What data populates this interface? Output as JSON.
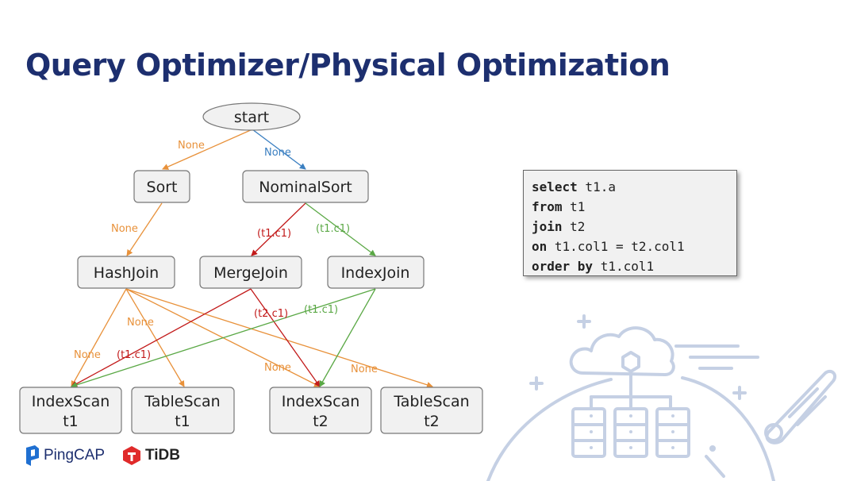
{
  "slide": {
    "title": "Query Optimizer/Physical Optimization"
  },
  "colors": {
    "title": "#1d2f6f",
    "orange": "#e8913a",
    "blue": "#3a7fc1",
    "red": "#c21a1a",
    "green": "#5aa845",
    "deco": "#c5d0e4"
  },
  "nodes": {
    "start": "start",
    "sort": "Sort",
    "nominal_sort": "NominalSort",
    "hash_join": "HashJoin",
    "merge_join": "MergeJoin",
    "index_join": "IndexJoin",
    "index_scan_t1": [
      "IndexScan",
      "t1"
    ],
    "table_scan_t1": [
      "TableScan",
      "t1"
    ],
    "index_scan_t2": [
      "IndexScan",
      "t2"
    ],
    "table_scan_t2": [
      "TableScan",
      "t2"
    ]
  },
  "edge_labels": {
    "start_sort": "None",
    "start_nominal": "None",
    "sort_hash": "None",
    "nominal_merge": "(t1.c1)",
    "nominal_index": "(t1.c1)",
    "hash_left": "None",
    "hash_mid": "None",
    "hash_right": "None",
    "hash_far": "None",
    "merge_t1": "(t1.c1)",
    "merge_t2": "(t2.c1)",
    "index_t1": "(t1.c1)"
  },
  "code": {
    "lines": [
      {
        "kw": "select",
        "rest": " t1.a"
      },
      {
        "kw": "from",
        "rest": " t1"
      },
      {
        "kw": "join",
        "rest": " t2"
      },
      {
        "kw": "on",
        "rest": " t1.col1 = t2.col1"
      },
      {
        "kw": "order by",
        "rest": " t1.col1"
      }
    ]
  },
  "logos": {
    "pingcap": "PingCAP",
    "tidb": "TiDB"
  }
}
